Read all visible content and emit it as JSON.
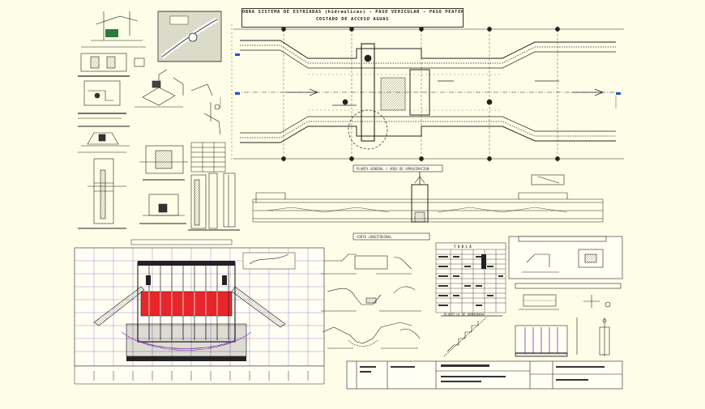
{
  "sheet": {
    "title_line_1": "OBRA SISTEMA DE ESTRIADAS (hidraulicas) - PASO VEHICULAR - PASO PEATONAL",
    "title_line_2": "COSTADO DE ACCESO AGUAS",
    "plan_caption": "PLANTA GENERAL / AREA DE APROXIMACION",
    "section_caption": "CORTE LONGITUDINAL",
    "table_header": "T A B L A",
    "table_caption": "PLANILLA DE ARMADURAS"
  },
  "colors": {
    "background": "#fefee8",
    "line": "#222222",
    "structure_fill": "#e8252b",
    "purple_lines": "#7a2fb0",
    "blue_marks": "#2a4fd6"
  }
}
